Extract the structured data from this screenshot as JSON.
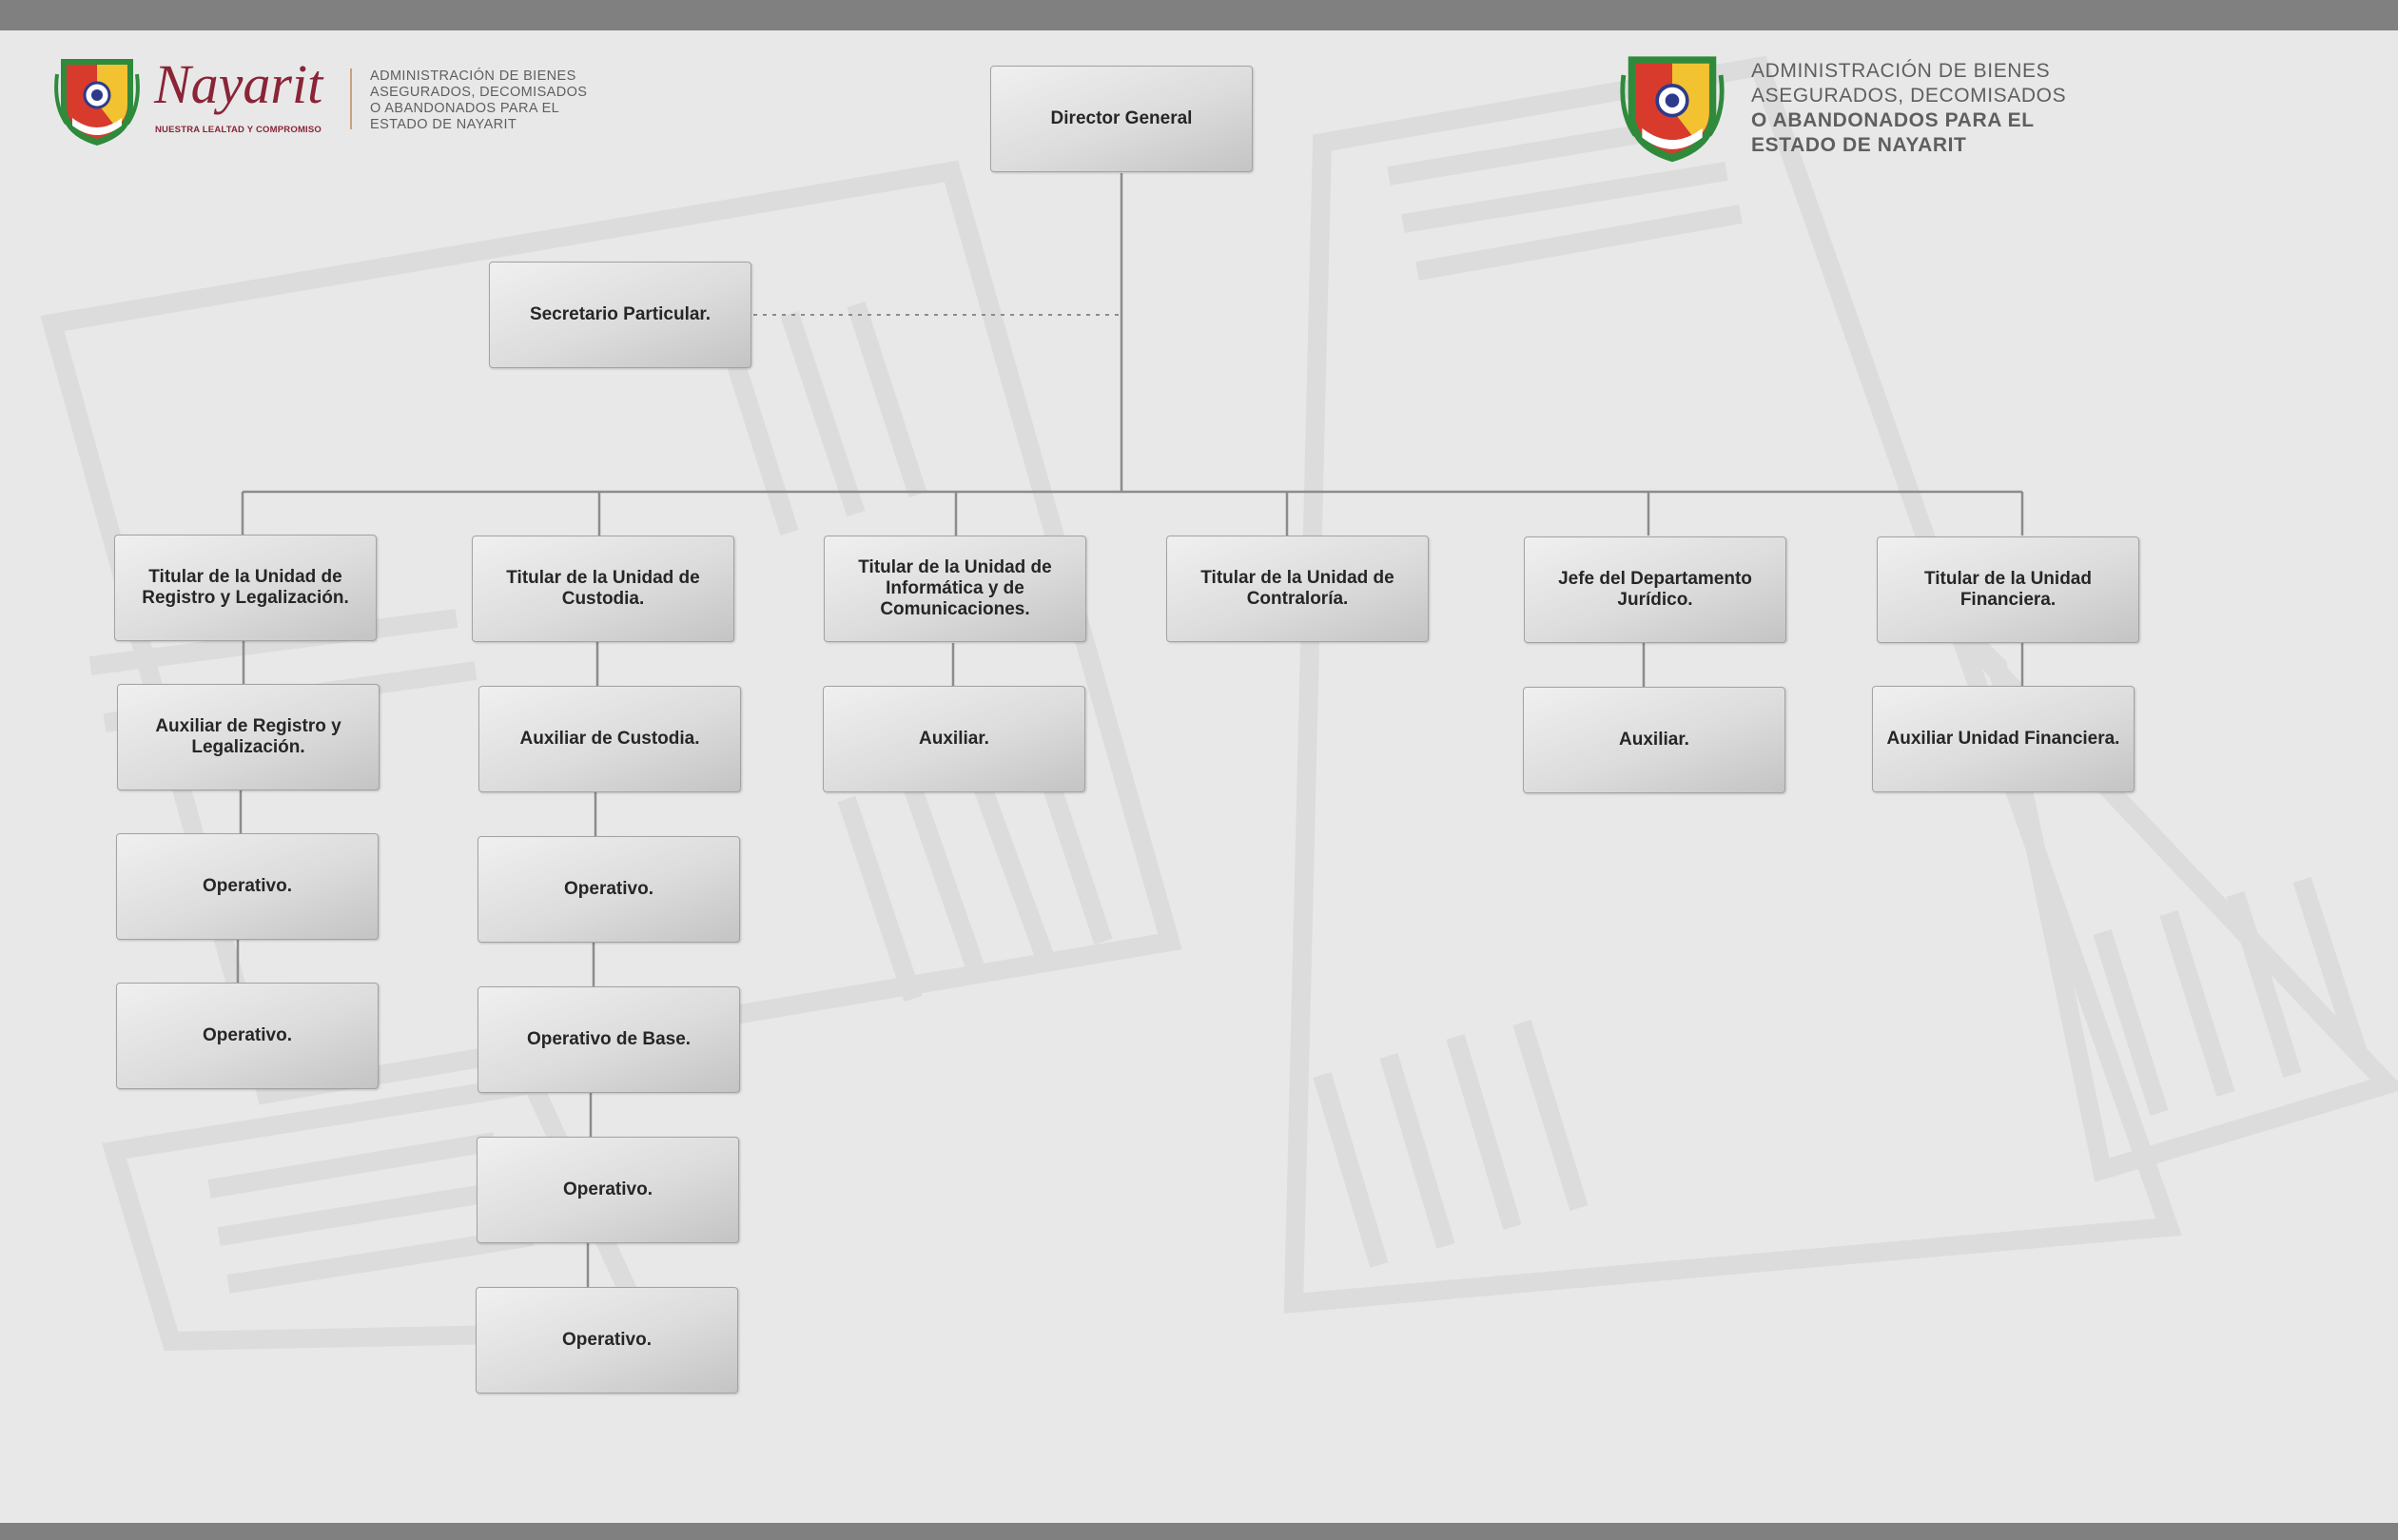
{
  "colors": {
    "accent": "#8a2436",
    "background": "#e8e8e8",
    "bar": "#808080"
  },
  "header": {
    "left_logo": {
      "icon": "nayarit-coat-of-arms",
      "wordmark": "Nayarit",
      "tagline": "NUESTRA LEALTAD Y COMPROMISO",
      "org_lines": [
        "ADMINISTRACIÓN DE BIENES",
        "ASEGURADOS, DECOMISADOS",
        "O ABANDONADOS PARA EL",
        "ESTADO DE NAYARIT"
      ]
    },
    "right_logo": {
      "icon": "nayarit-coat-of-arms",
      "org_lines": [
        "ADMINISTRACIÓN DE BIENES",
        "ASEGURADOS, DECOMISADOS",
        "O ABANDONADOS PARA EL",
        "ESTADO DE NAYARIT"
      ]
    }
  },
  "org_chart": {
    "director": "Director General",
    "secretary": "Secretario Particular.",
    "units": [
      {
        "title": "Titular de la Unidad de Registro y Legalización.",
        "staff": [
          "Auxiliar de Registro y Legalización.",
          "Operativo.",
          "Operativo."
        ]
      },
      {
        "title": "Titular de la Unidad de Custodia.",
        "staff": [
          "Auxiliar de Custodia.",
          "Operativo.",
          "Operativo de Base.",
          "Operativo.",
          "Operativo."
        ]
      },
      {
        "title": "Titular de la Unidad de Informática y de Comunicaciones.",
        "staff": [
          "Auxiliar."
        ]
      },
      {
        "title": "Titular de la Unidad de Contraloría.",
        "staff": []
      },
      {
        "title": "Jefe del Departamento Jurídico.",
        "staff": [
          "Auxiliar."
        ]
      },
      {
        "title": "Titular de la Unidad Financiera.",
        "staff": [
          "Auxiliar Unidad Financiera."
        ]
      }
    ]
  }
}
